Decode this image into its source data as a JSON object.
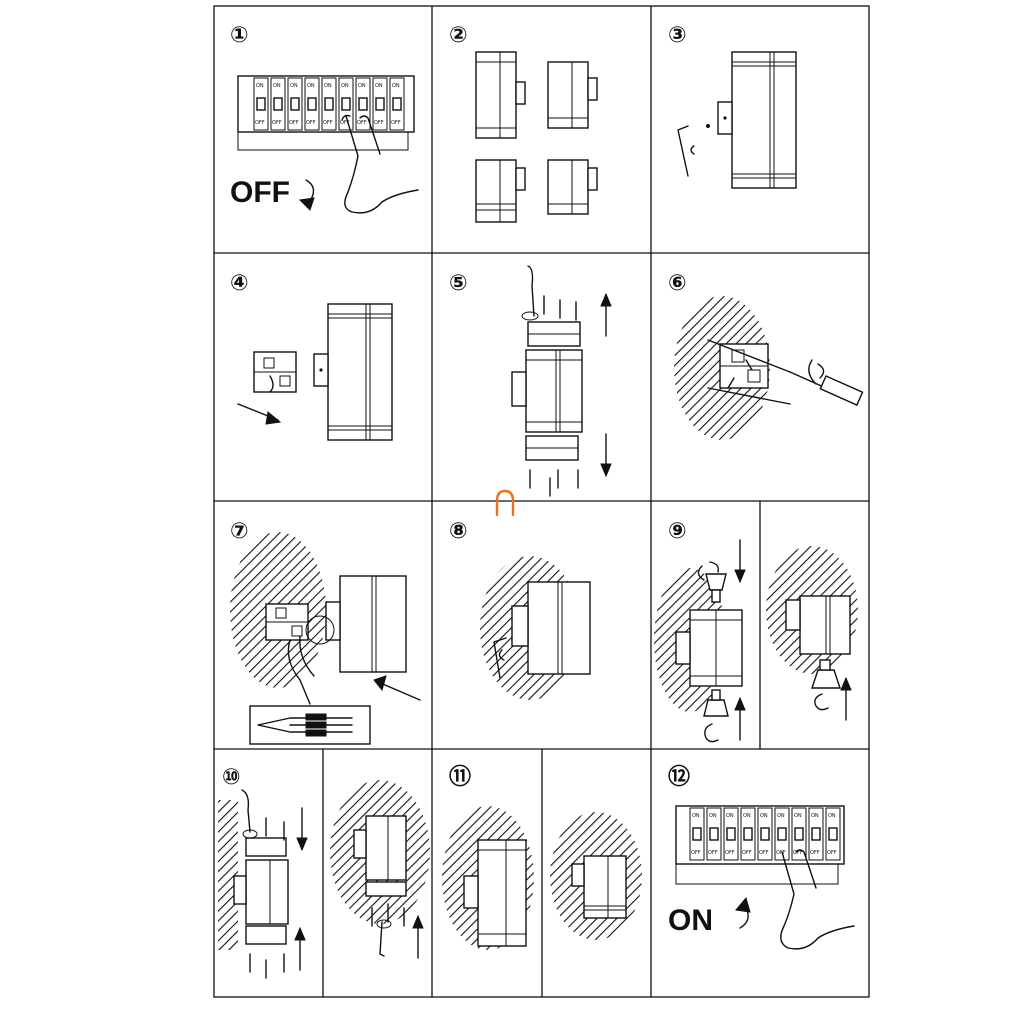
{
  "steps": [
    {
      "number": "①",
      "label": "OFF",
      "switch_on": "ON",
      "switch_off": "OFF"
    },
    {
      "number": "②"
    },
    {
      "number": "③"
    },
    {
      "number": "④"
    },
    {
      "number": "⑤"
    },
    {
      "number": "⑥"
    },
    {
      "number": "⑦"
    },
    {
      "number": "⑧"
    },
    {
      "number": "⑨"
    },
    {
      "number": "⑩"
    },
    {
      "number": "⑪"
    },
    {
      "number": "⑫",
      "label": "ON",
      "switch_on": "ON",
      "switch_off": "OFF"
    }
  ],
  "colors": {
    "line": "#111111",
    "background": "#ffffff",
    "cursor": "#e8731a"
  },
  "icons": {
    "cursor": "text-cursor-icon",
    "pointer": "hand-pointer-icon",
    "arrow": "arrow-icon"
  }
}
